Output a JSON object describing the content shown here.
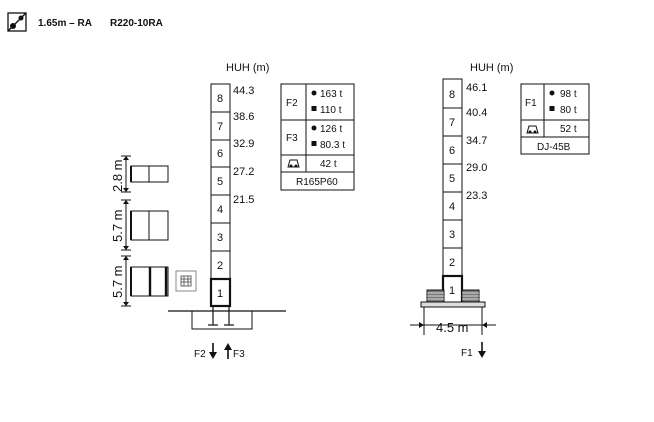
{
  "header": {
    "config": "1.65m – RA",
    "model": "R220-10RA",
    "icon": "mast-section-icon"
  },
  "left_tower": {
    "axis_label": "HUH (m)",
    "sections": [
      "1",
      "2",
      "3",
      "4",
      "5",
      "6",
      "7",
      "8"
    ],
    "heights": [
      "21.5",
      "27.2",
      "32.9",
      "38.6",
      "44.3"
    ],
    "spacings": [
      "2.8 m",
      "5.7 m",
      "5.7 m"
    ],
    "forces": [
      "F2",
      "F3"
    ],
    "table": {
      "f2_label": "F2",
      "f2_dot": "163 t",
      "f2_square": "110 t",
      "f3_label": "F3",
      "f3_dot": "126 t",
      "f3_square": "80.3 t",
      "foot_value": "42 t",
      "caption": "R165P60"
    }
  },
  "right_tower": {
    "axis_label": "HUH (m)",
    "sections": [
      "1",
      "2",
      "3",
      "4",
      "5",
      "6",
      "7",
      "8"
    ],
    "heights": [
      "23.3",
      "29.0",
      "34.7",
      "40.4",
      "46.1"
    ],
    "base_width": "4.5 m",
    "force": "F1",
    "table": {
      "f1_label": "F1",
      "f1_dot": "98 t",
      "f1_square": "80 t",
      "foot_value": "52 t",
      "caption": "DJ-45B"
    }
  }
}
